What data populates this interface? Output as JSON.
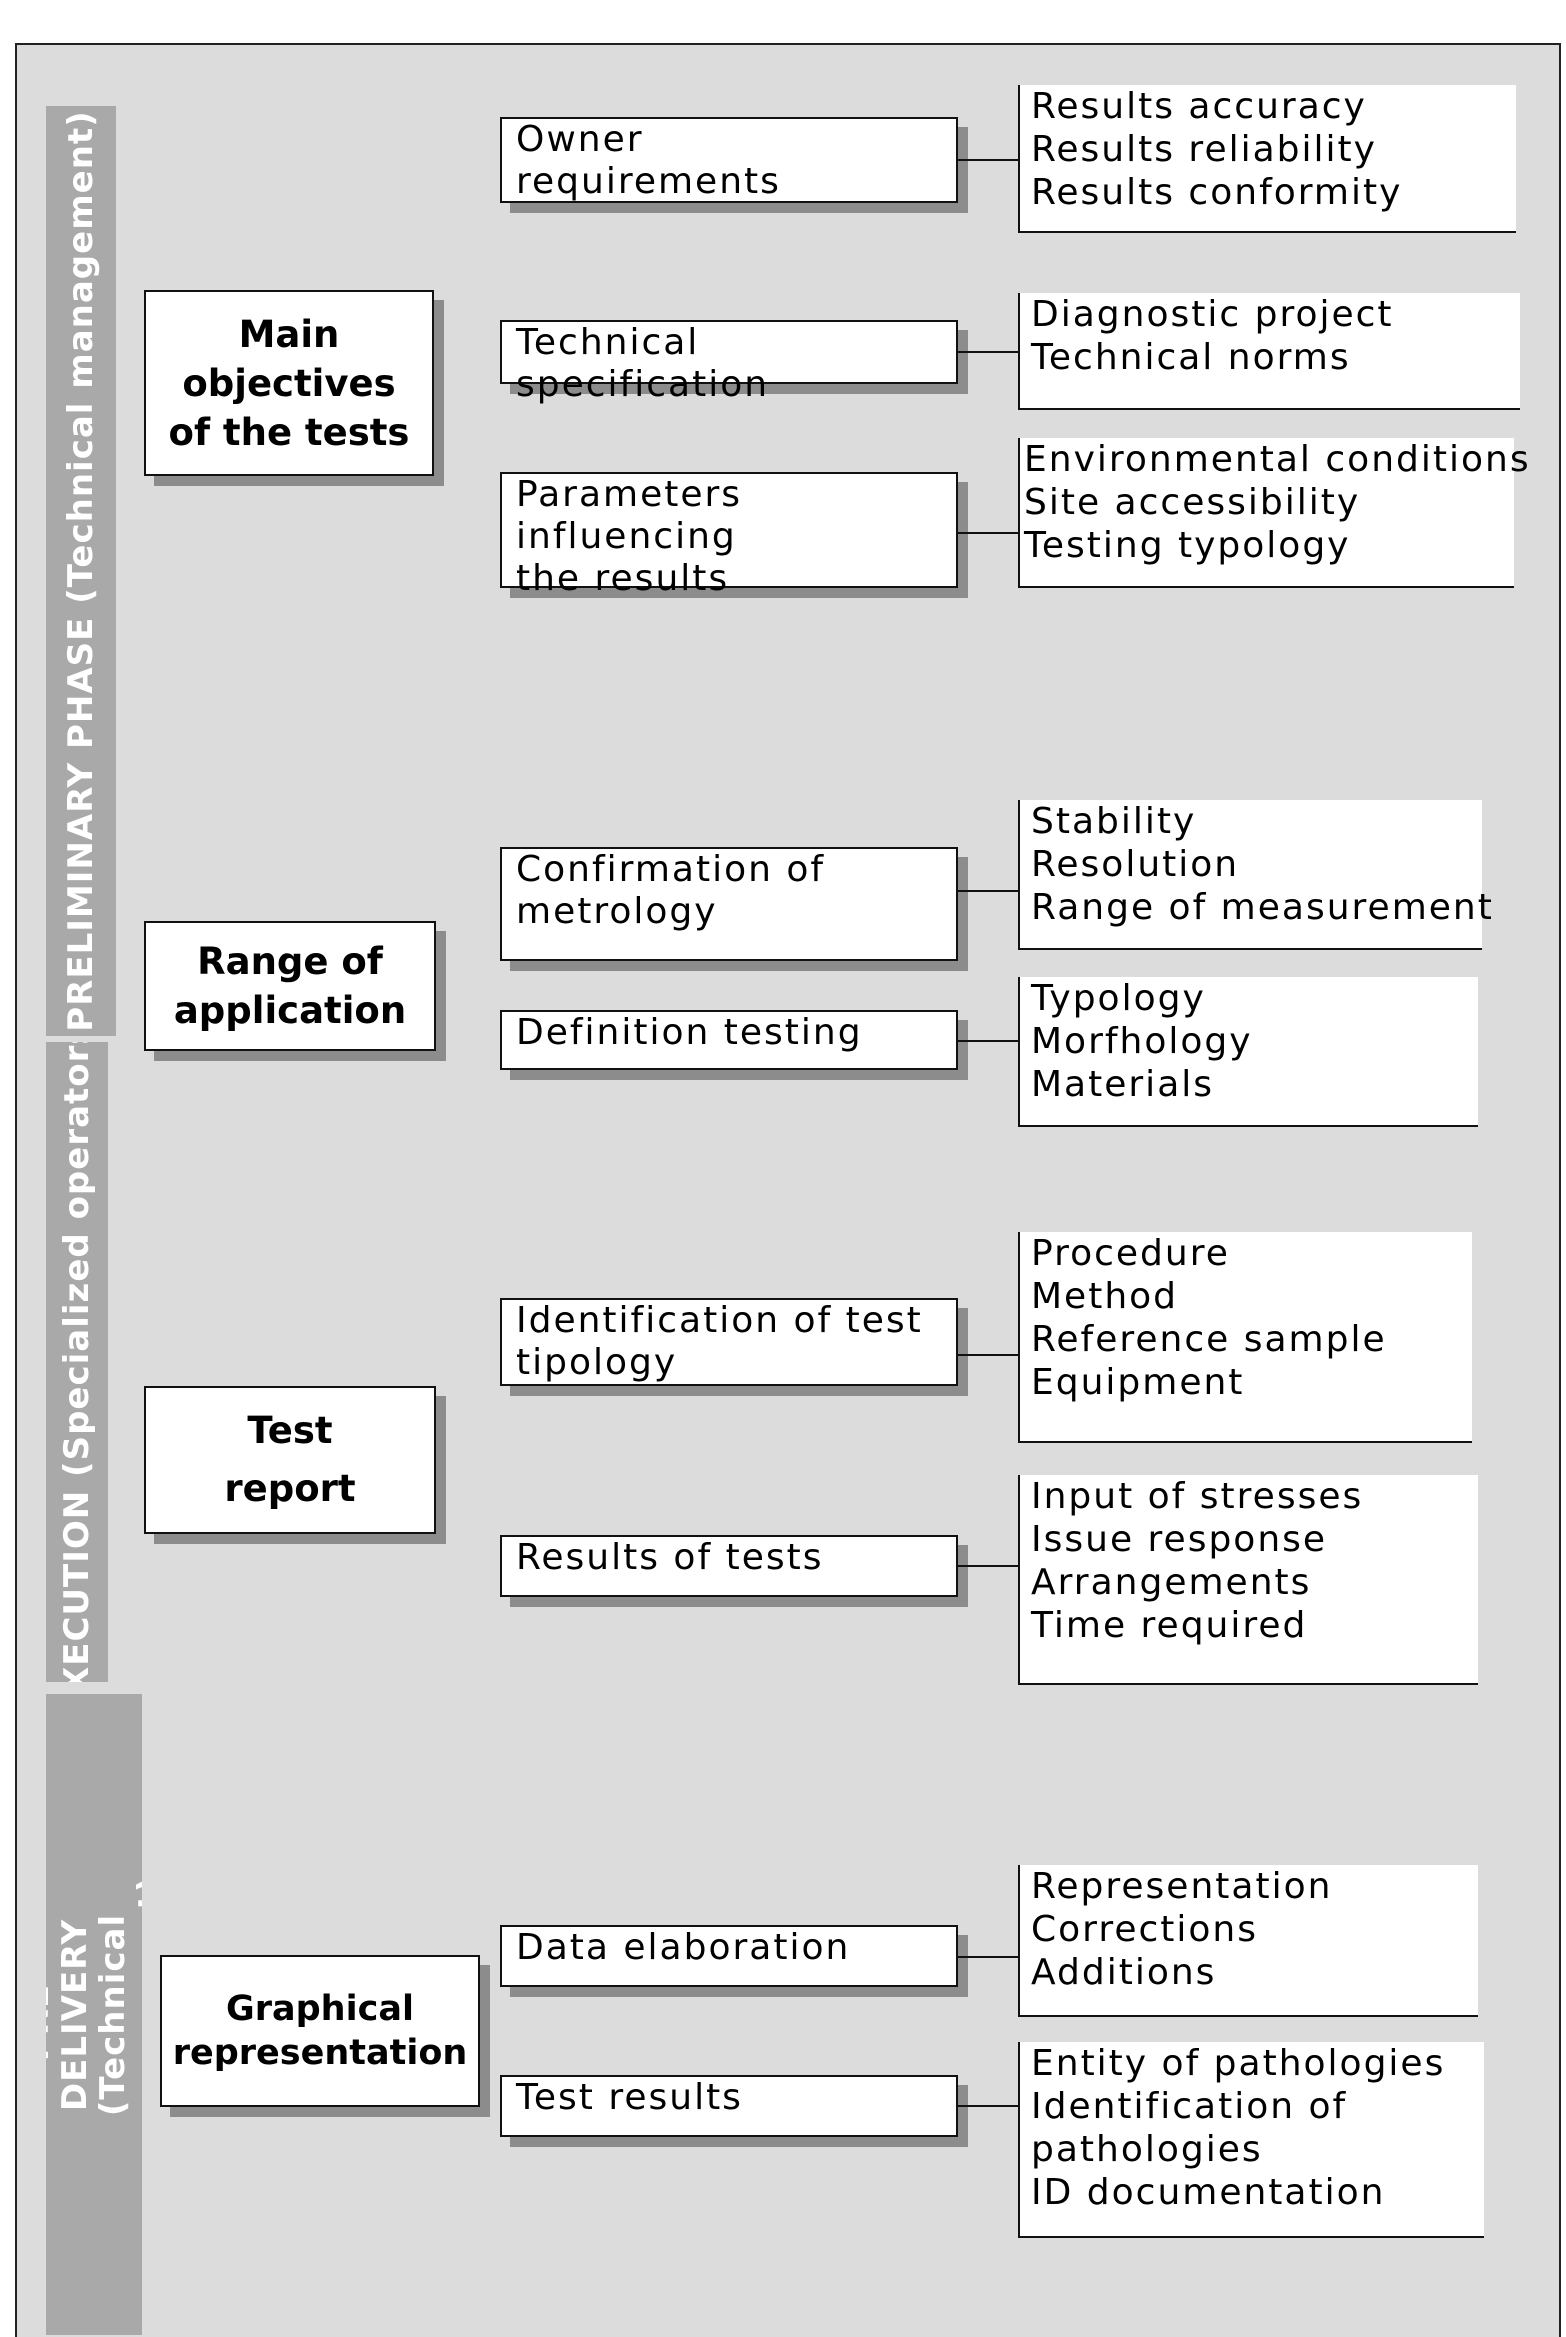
{
  "phases": [
    {
      "label": "PRELIMINARY PHASE (Technical management)"
    },
    {
      "label": "EXECUTION (Specialized operators)"
    },
    {
      "label": "PRE-DELIVERY (Technical\nmanagement)"
    }
  ],
  "groups": [
    {
      "label": "Main\nobjectives\nof the tests",
      "items": [
        {
          "label": "Owner\nrequirements",
          "details": [
            "Results accuracy",
            "Results reliability",
            "Results conformity"
          ]
        },
        {
          "label": "Technical specification",
          "details": [
            "Diagnostic project",
            "Technical norms"
          ]
        },
        {
          "label": "Parameters influencing\nthe results",
          "details": [
            "Environmental conditions",
            "Site accessibility",
            "Testing typology"
          ]
        }
      ]
    },
    {
      "label": "Range of\napplication",
      "items": [
        {
          "label": "Confirmation of\nmetrology",
          "details": [
            "Stability",
            "Resolution",
            "Range of measurement"
          ]
        },
        {
          "label": "Definition testing",
          "details": [
            "Typology",
            "Morfhology",
            "Materials"
          ]
        }
      ]
    },
    {
      "label": "Test\nreport",
      "items": [
        {
          "label": "Identification of test\ntipology",
          "details": [
            "Procedure",
            "Method",
            "Reference sample",
            "Equipment"
          ]
        },
        {
          "label": "Results of tests",
          "details": [
            "Input of stresses",
            "Issue response",
            "Arrangements",
            "Time required"
          ]
        }
      ]
    },
    {
      "label": "Graphical\nrepresentation",
      "items": [
        {
          "label": "Data elaboration",
          "details": [
            "Representation",
            "Corrections",
            "Additions"
          ]
        },
        {
          "label": "Test results",
          "details": [
            "Entity of pathologies",
            "Identification of",
            "pathologies",
            "ID documentation"
          ]
        }
      ]
    }
  ]
}
